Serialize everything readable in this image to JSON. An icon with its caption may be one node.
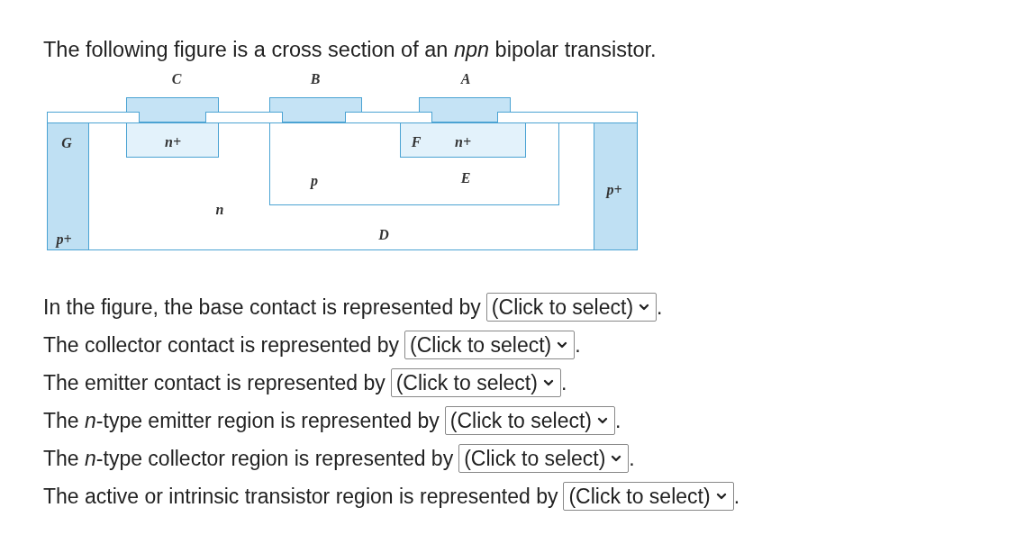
{
  "diagram": {
    "title": "The following figure is a cross section of an *npn* bipolar transistor.",
    "nodes": [
      {
        "text": [
          "n",
          "D"
        ]
      },
      {
        "text": [
          "G",
          "p+"
        ],
        "in": 0
      },
      {
        "text": [
          "n+"
        ],
        "in": 0
      },
      {
        "text": [
          "p",
          "E"
        ],
        "in": 0
      },
      {
        "text": [
          "F",
          "n+"
        ],
        "in": 3
      },
      {
        "text": [
          "p+"
        ],
        "in": 0
      },
      {
        "text": [
          "C"
        ]
      },
      {
        "text": [
          "B"
        ]
      },
      {
        "text": [
          "A"
        ]
      }
    ],
    "labels": [
      "In the figure, the base contact is represented by",
      "(Click to select)",
      ".",
      "The collector contact is represented by",
      "(Click to select)",
      ".",
      "The emitter contact is represented by",
      "(Click to select)",
      ".",
      "The *n*-type emitter region is represented by",
      "(Click to select)",
      ".",
      "The *n*-type collector region is represented by",
      "(Click to select)",
      ".",
      "The active or intrinsic transistor region is represented by",
      "(Click to select)",
      "."
    ]
  }
}
